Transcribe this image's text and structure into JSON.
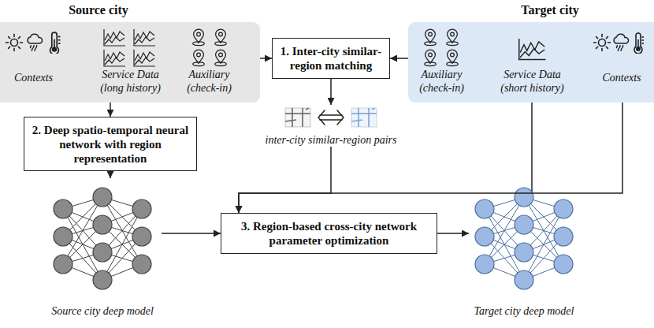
{
  "diagram": {
    "nodes": [
      {
        "text": [
          "Source city",
          "Contexts",
          "Service Data (long history)",
          "Auxiliary (check-in)"
        ]
      },
      {
        "text": [
          "Target city",
          "Auxiliary (check-in)",
          "Service Data (short history)",
          "Contexts"
        ]
      },
      {
        "text": [
          "1. Inter-city similar-region matching"
        ]
      },
      {
        "text": [
          "2. Deep spatio-temporal neural network with region representation"
        ]
      },
      {
        "text": [
          "inter-city similar-region pairs"
        ]
      },
      {
        "text": [
          "3. Region-based cross-city network parameter optimization"
        ]
      },
      {
        "text": [
          "Source city deep model"
        ]
      },
      {
        "text": [
          "Target city deep model"
        ]
      }
    ],
    "edges": [
      {
        "from": 0,
        "to": 2,
        "arrow": "to"
      },
      {
        "from": 1,
        "to": 2,
        "arrow": "to"
      },
      {
        "from": 0,
        "to": 3,
        "arrow": "to"
      },
      {
        "from": 3,
        "to": 6,
        "arrow": "to"
      },
      {
        "from": 2,
        "to": 4,
        "arrow": "to"
      },
      {
        "from": 4,
        "to": 5,
        "arrow": "to"
      },
      {
        "from": 1,
        "to": 5,
        "arrow": "to"
      },
      {
        "from": 6,
        "to": 5,
        "arrow": "to"
      },
      {
        "from": 5,
        "to": 7,
        "arrow": "to"
      }
    ]
  }
}
